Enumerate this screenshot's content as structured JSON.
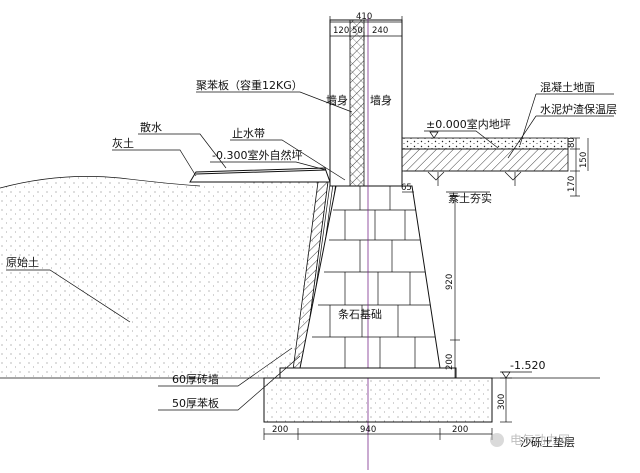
{
  "labels": {
    "polystyrene_board": "聚苯板（容重12KG）",
    "wall_left": "墙身",
    "wall_right": "墙身",
    "waterstop": "止水带",
    "outdoor_grade": "-0.300室外自然坪",
    "apron": "散水",
    "lime_soil": "灰土",
    "indoor_floor": "±0.000室内地坪",
    "concrete_floor": "混凝土地面",
    "slag_insulation": "水泥炉渣保温层",
    "compacted_soil": "素土夯实",
    "original_soil": "原始土",
    "strip_foundation": "条石基础",
    "brick_wall_60": "60厚砖墙",
    "board_50": "50厚苯板",
    "sand_cushion": "沙砾土垫层",
    "elevation_bottom": "-1.520",
    "watermark": "电气动力网"
  },
  "dimensions": {
    "wall_total": "410",
    "wall_left": "120",
    "wall_mid": "50",
    "wall_right": "240",
    "floor_80": "80",
    "floor_150": "150",
    "floor_170": "170",
    "step_65": "65",
    "foundation_height": "920",
    "base_200": "200",
    "cushion_300": "300",
    "bottom_left": "200",
    "bottom_mid": "940",
    "bottom_right": "200"
  },
  "colors": {
    "line": "#111111",
    "center_line": "#7a2a8c",
    "dot": "#9a9a9a"
  }
}
